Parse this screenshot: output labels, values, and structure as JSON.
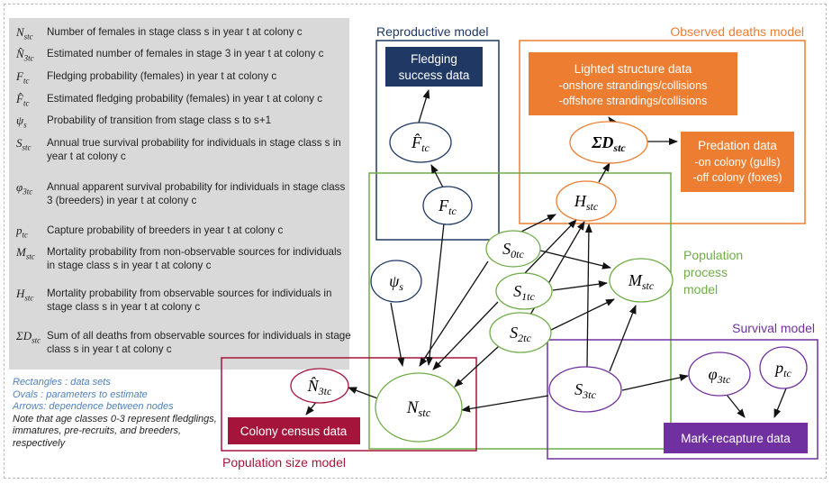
{
  "legend": {
    "definitions": [
      {
        "symbol": "N_stc",
        "text": "Number of females in stage class s in year t at colony c"
      },
      {
        "symbol": "N̂_3tc",
        "text": "Estimated number of females in stage 3 in year t at colony c"
      },
      {
        "symbol": "F_tc",
        "text": "Fledging probability (females) in year t at colony c"
      },
      {
        "symbol": "F̂_tc",
        "text": "Estimated fledging probability (females) in year t at colony c"
      },
      {
        "symbol": "ψ_s",
        "text": "Probability of transition from stage class s to s+1"
      },
      {
        "symbol": "S_stc",
        "text": "Annual true survival probability for individuals in stage class s in year t at colony c"
      },
      {
        "symbol": "φ_3tc",
        "text": "Annual apparent survival probability for individuals in stage class 3 (breeders) in year t at colony c"
      },
      {
        "symbol": "p_tc",
        "text": "Capture probability of breeders in year t at colony c"
      },
      {
        "symbol": "M_stc",
        "text": "Mortality probability from non-observable sources for individuals in stage class s in year t at colony c"
      },
      {
        "symbol": "H_stc",
        "text": "Mortality probability from observable sources for individuals in stage class s in year t at colony c"
      },
      {
        "symbol": "ΣD_stc",
        "text": "Sum of all deaths from observable sources for individuals in stage class s in year t at colony c"
      }
    ]
  },
  "key": {
    "rectangles": "Rectangles : data sets",
    "ovals": "Ovals : parameters to estimate",
    "arrows": "Arrows: dependence between nodes",
    "note": "Note that age classes 0-3 represent fledglings, immatures, pre-recruits, and breeders, respectively"
  },
  "models": {
    "reproductive": "Reproductive model",
    "observed_deaths": "Observed deaths model",
    "population_process": [
      "Population",
      "process",
      "model"
    ],
    "survival": "Survival model",
    "population_size": "Population size model"
  },
  "data_boxes": {
    "fledging": [
      "Fledging",
      "success data"
    ],
    "lighted": [
      "Lighted structure data",
      "-onshore strandings/collisions",
      "-offshore strandings/collisions"
    ],
    "predation": [
      "Predation data",
      "-on colony (gulls)",
      "-off colony (foxes)"
    ],
    "colony_census": "Colony census data",
    "mark_recapture": "Mark-recapture data"
  },
  "nodes": {
    "F_hat": {
      "base": "F̂",
      "sub": "tc"
    },
    "F": {
      "base": "F",
      "sub": "tc"
    },
    "H": {
      "base": "H",
      "sub": "stc"
    },
    "D": {
      "base": "ΣD",
      "sub": "stc"
    },
    "psi": {
      "base": "ψ",
      "sub": "s"
    },
    "S0": {
      "base": "S",
      "sub": "0tc"
    },
    "S1": {
      "base": "S",
      "sub": "1tc"
    },
    "S2": {
      "base": "S",
      "sub": "2tc"
    },
    "S3": {
      "base": "S",
      "sub": "3tc"
    },
    "M": {
      "base": "M",
      "sub": "stc"
    },
    "N": {
      "base": "N",
      "sub": "stc"
    },
    "N_hat": {
      "base": "N̂",
      "sub": "3tc"
    },
    "phi": {
      "base": "φ",
      "sub": "3tc"
    },
    "p": {
      "base": "p",
      "sub": "tc"
    }
  },
  "colors": {
    "navy": "#1f3864",
    "orange": "#ed7d31",
    "green": "#70ad47",
    "purple": "#7030a0",
    "crimson": "#a5153b",
    "legend_bg": "#d9d9d9",
    "key_blue": "#4f81bd"
  }
}
